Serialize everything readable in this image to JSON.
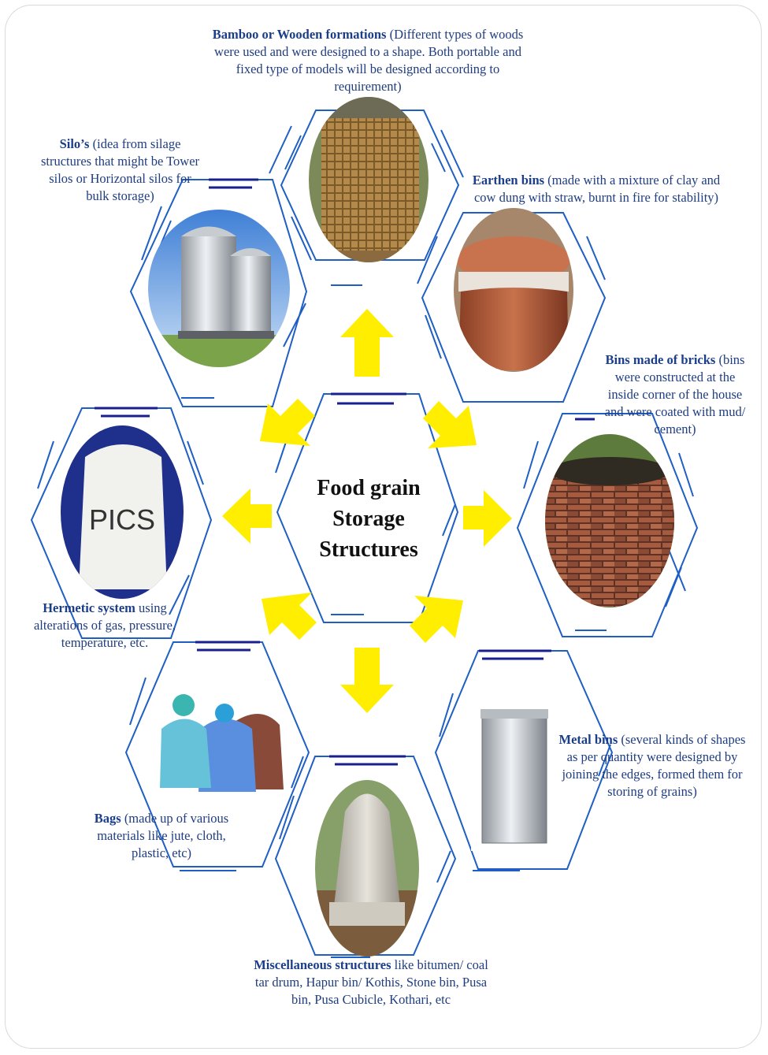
{
  "center": {
    "title_lines": [
      "Food grain",
      "Storage",
      "Structures"
    ]
  },
  "colors": {
    "hex_line": "#1f5fc4",
    "accent_line": "#1a1f8f",
    "arrow": "#ffee00",
    "caption": "#1f3d80"
  },
  "items": [
    {
      "id": "bamboo",
      "bold": "Bamboo or  Wooden formations",
      "text": " (Different types of woods were used and were designed to a shape. Both portable and fixed type of models will be designed according to requirement)"
    },
    {
      "id": "silo",
      "bold": "Silo’s",
      "text": " (idea from silage structures that might be Tower silos or Horizontal silos for bulk storage)"
    },
    {
      "id": "earthen",
      "bold": "Earthen bins",
      "text": " (made with a mixture of clay and cow dung with straw, burnt in fire for stability)"
    },
    {
      "id": "bricks",
      "bold": "Bins made of bricks",
      "text": " (bins were constructed at the inside corner of the house and were coated with mud/ cement)"
    },
    {
      "id": "hermetic",
      "bold": "Hermetic system",
      "text": " using alterations of gas, pressure, temperature, etc."
    },
    {
      "id": "metal",
      "bold": "Metal bins",
      "text": " (several kinds of shapes as per quantity were designed by joining the edges, formed them for storing of grains)"
    },
    {
      "id": "bags",
      "bold": "Bags",
      "text": " (made up of various materials like jute, cloth, plastic, etc)"
    },
    {
      "id": "misc",
      "bold": "Miscellaneous  structures",
      "text": " like bitumen/ coal tar drum, Hapur bin/ Kothis, Stone bin, Pusa bin, Pusa Cubicle, Kothari, etc"
    }
  ],
  "bag_logo_text": "PICS"
}
